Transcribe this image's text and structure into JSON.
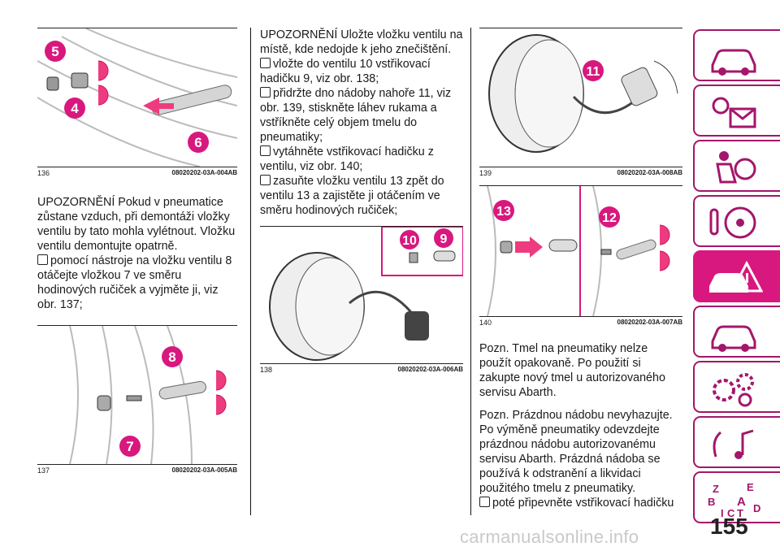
{
  "figures": {
    "f136": {
      "num": "136",
      "code": "08020202-03A-004AB",
      "callouts": [
        "5",
        "4",
        "6"
      ]
    },
    "f137": {
      "num": "137",
      "code": "08020202-03A-005AB",
      "callouts": [
        "8",
        "7"
      ]
    },
    "f138": {
      "num": "138",
      "code": "08020202-03A-006AB",
      "callouts": [
        "10",
        "9"
      ]
    },
    "f139": {
      "num": "139",
      "code": "08020202-03A-008AB",
      "callouts": [
        "11"
      ]
    },
    "f140": {
      "num": "140",
      "code": "08020202-03A-007AB",
      "callouts": [
        "13",
        "12"
      ]
    }
  },
  "col1": {
    "warn": "UPOZORNĚNÍ Pokud v pneumatice zůstane vzduch, při demontáži vložky ventilu by tato mohla vylétnout. Vložku ventilu demontujte opatrně.",
    "b1": "pomocí nástroje na vložku ventilu 8 otáčejte vložkou 7 ve směru hodinových ručiček a vyjměte ji, viz obr. 137;"
  },
  "col2": {
    "warn": "UPOZORNĚNÍ Uložte vložku ventilu na místě, kde nedojde k jeho znečištění.",
    "b1": "vložte do ventilu 10 vstřikovací hadičku 9, viz obr. 138;",
    "b2": "přidržte dno nádoby nahoře 11, viz obr. 139, stiskněte láhev rukama a vstříkněte celý objem tmelu do pneumatiky;",
    "b3": "vytáhněte vstřikovací hadičku z ventilu, viz obr. 140;",
    "b4": "zasuňte vložku ventilu 13 zpět do ventilu 13 a zajistěte ji otáčením ve směru hodinových ručiček;"
  },
  "col3": {
    "note1": "Pozn. Tmel na pneumatiky nelze použít opakovaně. Po použití si zakupte nový tmel u autorizovaného servisu Abarth.",
    "note2": "Pozn. Prázdnou nádobu nevyhazujte. Po výměně pneumatiky odevzdejte prázdnou nádobu autorizovanému servisu Abarth. Prázdná nádoba se používá k odstranění a likvidaci použitého tmelu z pneumatiky.",
    "b1": "poté připevněte vstřikovací hadičku"
  },
  "sidebar": {
    "tabs": [
      "car-icon",
      "warning-lights-icon",
      "safety-airbag-icon",
      "steering-icon",
      "emergency-icon",
      "car-service-icon",
      "settings-gears-icon",
      "multimedia-icon",
      "index-letters-icon"
    ],
    "active": 4,
    "accent": "#d8187e",
    "index_letters": [
      "Z",
      "E",
      "B",
      "A",
      "I",
      "C",
      "T",
      "D"
    ]
  },
  "page": {
    "number": "155"
  },
  "watermark": "carmanualsonline.info"
}
